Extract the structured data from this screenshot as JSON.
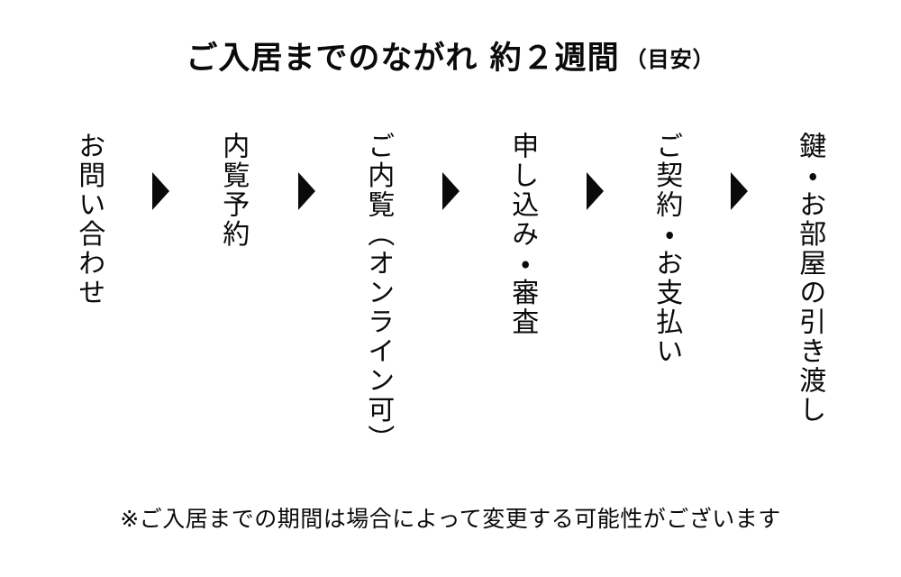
{
  "title": {
    "main": "ご入居までのながれ 約２週間",
    "note": "（目安）"
  },
  "steps": [
    {
      "label": "お問い合わせ"
    },
    {
      "label": "内覧予約"
    },
    {
      "label": "ご内覧（オンライン可）"
    },
    {
      "label": "申し込み・審査"
    },
    {
      "label": "ご契約・お支払い"
    },
    {
      "label": "鍵・お部屋の引き渡し"
    }
  ],
  "arrow_icon": "right-triangle",
  "footnote": "※ご入居までの期間は場合によって変更する可能性がございます",
  "colors": {
    "text": "#0a0a0a",
    "background": "#ffffff"
  }
}
